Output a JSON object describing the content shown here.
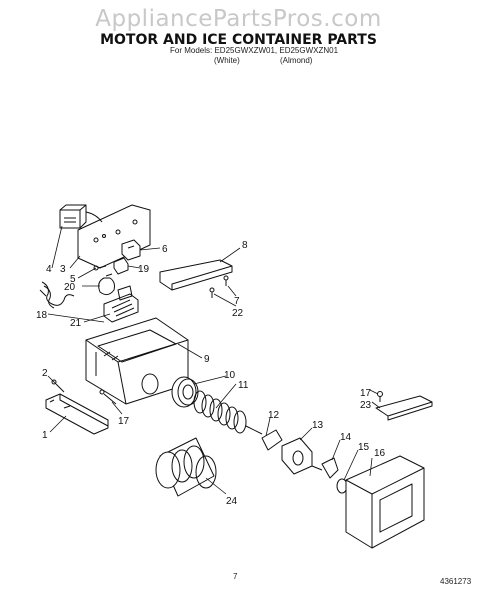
{
  "watermark": "AppliancePartsPros.com",
  "title": "MOTOR AND ICE CONTAINER PARTS",
  "models": {
    "line": "For Models: ED25GWXZW01, ED25GWXZN01",
    "white": "(White)",
    "almond": "(Almond)"
  },
  "callouts": [
    "1",
    "2",
    "3",
    "4",
    "5",
    "6",
    "7",
    "8",
    "9",
    "10",
    "11",
    "12",
    "13",
    "14",
    "15",
    "16",
    "17",
    "17",
    "18",
    "19",
    "20",
    "21",
    "22",
    "23",
    "24"
  ],
  "footer": {
    "page": "7",
    "doc_number": "4361273"
  }
}
